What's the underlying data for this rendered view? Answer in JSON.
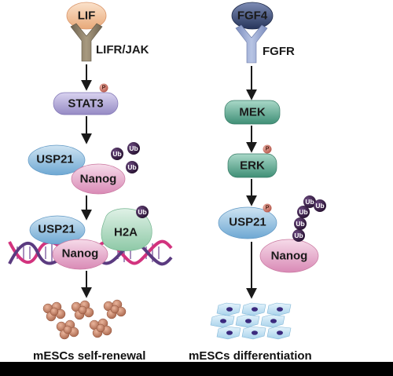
{
  "left": {
    "ligand": "LIF",
    "receptor": "LIFR/JAK",
    "stat3": "STAT3",
    "usp21_top": "USP21",
    "nanog_top": "Nanog",
    "usp21_bottom": "USP21",
    "h2a": "H2A",
    "nanog_bottom": "Nanog",
    "caption": "mESCs self-renewal"
  },
  "right": {
    "ligand": "FGF4",
    "receptor": "FGFR",
    "mek": "MEK",
    "erk": "ERK",
    "usp21": "USP21",
    "nanog": "Nanog",
    "caption": "mESCs differentiation"
  },
  "ubiquitin_label": "Ub",
  "phospho_label": "P",
  "colors": {
    "lif": "#f4c9a4",
    "receptor_left": "#8b7d66",
    "stat3": "#b9b0dc",
    "usp21": "#9fc7e3",
    "nanog": "#e6b4cf",
    "h2a": "#b5dcc6",
    "ubiquitin": "#3b1f4a",
    "phospho": "#c97a6d",
    "fgf4": "#3c4b72",
    "fgfr": "#9aa9d0",
    "mek_erk": "#4d9e86",
    "dna_pink": "#d2337e",
    "dna_purple": "#5b3b80",
    "cell_cluster": "#c4876c",
    "diff_cell": "#c5e4f5",
    "diff_nucleus": "#3b2a7e",
    "bottom_bar": "#000000"
  }
}
